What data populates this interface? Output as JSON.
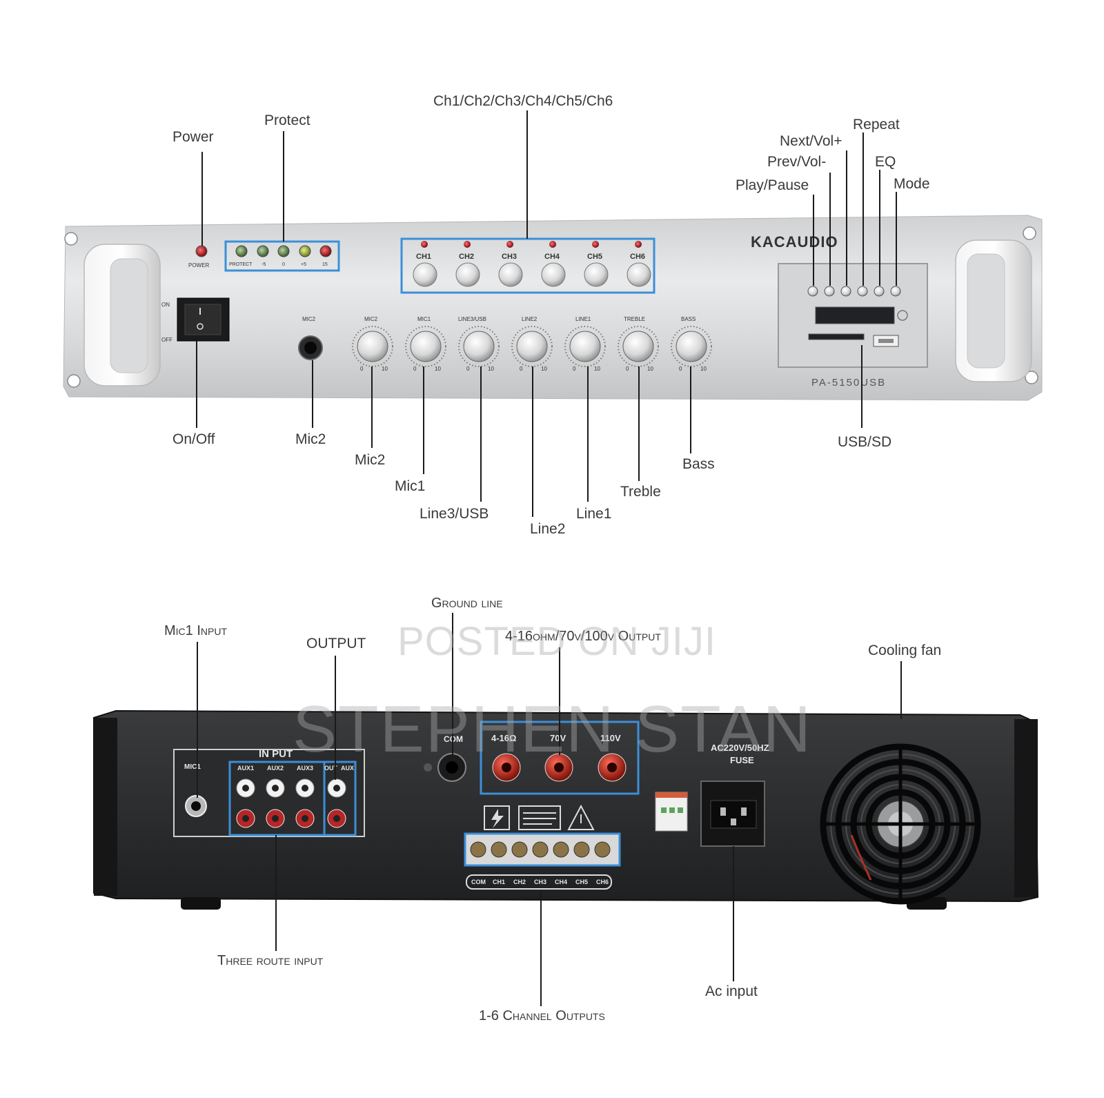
{
  "front_callouts": {
    "power": "Power",
    "protect": "Protect",
    "channels": "Ch1/Ch2/Ch3/Ch4/Ch5/Ch6",
    "repeat": "Repeat",
    "next_vol": "Next/Vol+",
    "prev_vol": "Prev/Vol-",
    "eq": "EQ",
    "play_pause": "Play/Pause",
    "mode": "Mode",
    "on_off": "On/Off",
    "mic2_jack": "Mic2",
    "mic2_knob": "Mic2",
    "mic1_knob": "Mic1",
    "line3_usb": "Line3/USB",
    "line2": "Line2",
    "line1": "Line1",
    "treble": "Treble",
    "bass": "Bass",
    "usb_sd": "USB/SD"
  },
  "front_panel": {
    "brand": "KACAUDIO",
    "model": "PA-5150USB",
    "power_led_label": "POWER",
    "switch_on": "ON",
    "switch_off": "OFF",
    "mic_jack_label": "MIC2",
    "protect_labels": [
      "PROTECT",
      "-5",
      "0",
      "+5",
      "15"
    ],
    "channel_labels": [
      "CH1",
      "CH2",
      "CH3",
      "CH4",
      "CH5",
      "CH6"
    ],
    "knob_labels": [
      "MIC2",
      "MIC1",
      "LINE3/USB",
      "LINE2",
      "LINE1",
      "TREBLE",
      "BASS"
    ],
    "scale_min": "0",
    "scale_max": "10"
  },
  "rear_callouts": {
    "mic1_input": "Mic1 Input",
    "output": "OUTPUT",
    "ground_line": "Ground line",
    "speaker_output": "4-16ohm/70v/100v Output",
    "cooling_fan": "Cooling fan",
    "three_route_input": "Three route input",
    "channel_outputs": "1-6 Channel Outputs",
    "ac_input": "Ac input"
  },
  "rear_panel": {
    "input_header": "IN PUT",
    "mic1": "MIC1",
    "aux_labels": [
      "AUX1",
      "AUX2",
      "AUX3"
    ],
    "out_aux": [
      "OUT",
      "AUX"
    ],
    "com": "COM",
    "speaker_labels": [
      "4-16Ω",
      "70V",
      "110V"
    ],
    "ac_label": "AC220V/50HZ",
    "fuse": "FUSE",
    "terminal_labels": [
      "COM",
      "CH1",
      "CH2",
      "CH3",
      "CH4",
      "CH5",
      "CH6"
    ]
  },
  "watermark": {
    "line1": "POSTED ON JIJI",
    "line2": "STEPHEN STAN"
  },
  "colors": {
    "callout_box": "#3b8fd9",
    "led_red": "#b0202a",
    "speaker_post_red": "#c0281e",
    "rca_red": "#b52626"
  }
}
